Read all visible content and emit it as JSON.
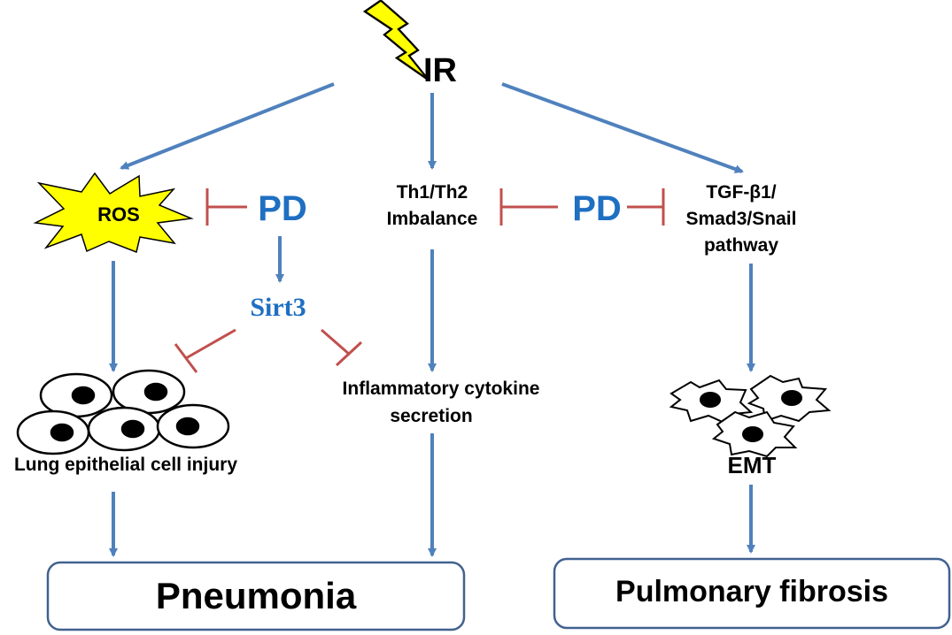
{
  "colors": {
    "arrow": "#4f81bd",
    "inhibit": "#c0504d",
    "pd_text": "#1f6fc2",
    "ros_star": "#ffff00",
    "bolt": "#ffff00",
    "box_border": "#41618f"
  },
  "icons": {
    "ir": "lightning-bolt-icon",
    "ros": "starburst-icon",
    "cells": "epithelial-cells-icon",
    "emt": "mesenchymal-cells-icon"
  },
  "nodes": {
    "ir": "IR",
    "ros": "ROS",
    "pd_left": "PD",
    "sirt3": "Sirt3",
    "th_line1": "Th1/Th2",
    "th_line2": "Imbalance",
    "pd_center": "PD",
    "tgf_line1": "TGF-β1/",
    "tgf_line2": "Smad3/Snail",
    "tgf_line3": "pathway",
    "lung_injury": "Lung epithelial cell injury",
    "cytokine_line1": "Inflammatory cytokine",
    "cytokine_line2": "secretion",
    "emt": "EMT",
    "pneumonia": "Pneumonia",
    "fibrosis": "Pulmonary fibrosis"
  }
}
